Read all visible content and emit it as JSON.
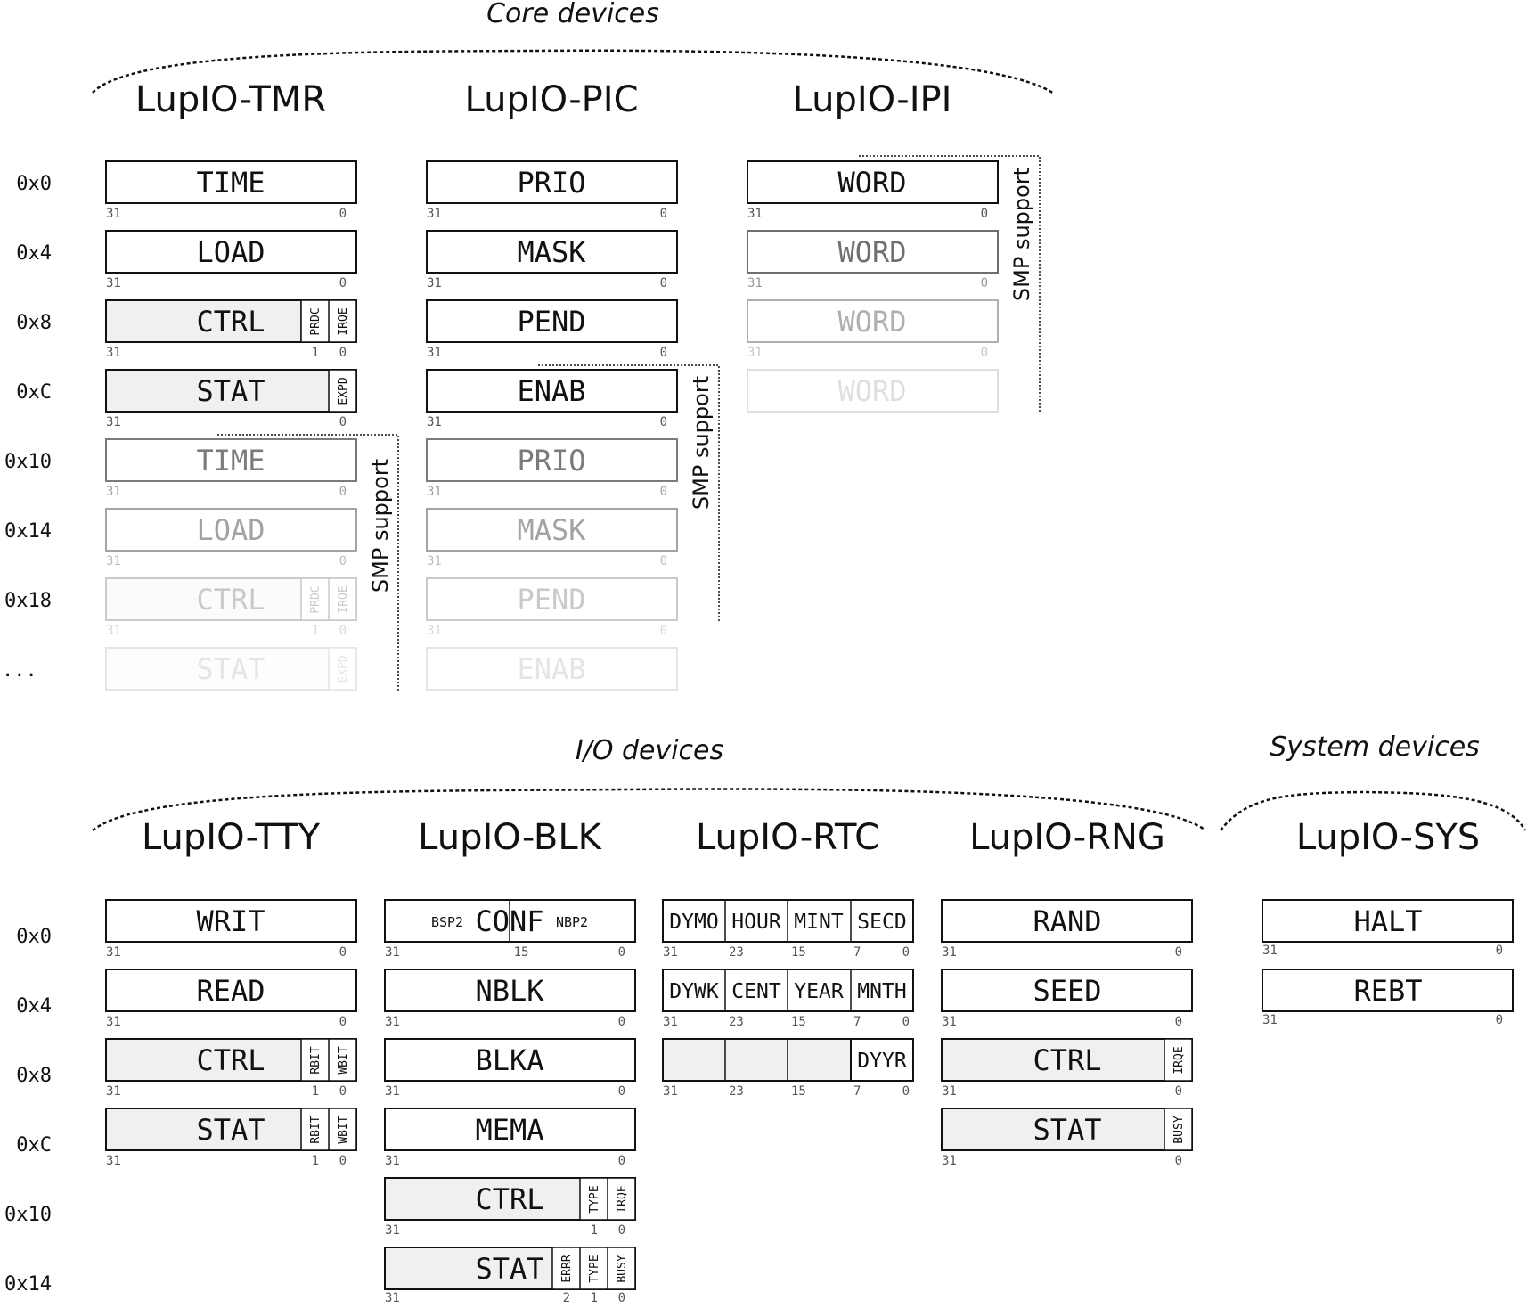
{
  "groups": {
    "core": "Core devices",
    "io": "I/O devices",
    "system": "System devices"
  },
  "offsets": {
    "o0": "0x0",
    "o4": "0x4",
    "o8": "0x8",
    "oC": "0xC",
    "o10": "0x10",
    "o14": "0x14",
    "o18": "0x18",
    "more": "..."
  },
  "smp_label": "SMP support",
  "devices": {
    "tmr": {
      "title": "LupIO-TMR",
      "registers": [
        {
          "name": "TIME",
          "bits": [
            "31",
            "0"
          ]
        },
        {
          "name": "LOAD",
          "bits": [
            "31",
            "0"
          ]
        },
        {
          "name": "CTRL",
          "fields": [
            "PRDC",
            "IRQE"
          ],
          "bits": [
            "31",
            "1",
            "0"
          ]
        },
        {
          "name": "STAT",
          "fields": [
            "EXPD"
          ],
          "bits": [
            "31",
            "0"
          ]
        },
        {
          "name": "TIME",
          "bits": [
            "31",
            "0"
          ]
        },
        {
          "name": "LOAD",
          "bits": [
            "31",
            "0"
          ]
        },
        {
          "name": "CTRL",
          "fields": [
            "PRDC",
            "IRQE"
          ],
          "bits": [
            "31",
            "1",
            "0"
          ]
        },
        {
          "name": "STAT",
          "fields": [
            "EXPD"
          ]
        }
      ]
    },
    "pic": {
      "title": "LupIO-PIC",
      "registers": [
        {
          "name": "PRIO",
          "bits": [
            "31",
            "0"
          ]
        },
        {
          "name": "MASK",
          "bits": [
            "31",
            "0"
          ]
        },
        {
          "name": "PEND",
          "bits": [
            "31",
            "0"
          ]
        },
        {
          "name": "ENAB",
          "bits": [
            "31",
            "0"
          ]
        },
        {
          "name": "PRIO",
          "bits": [
            "31",
            "0"
          ]
        },
        {
          "name": "MASK",
          "bits": [
            "31",
            "0"
          ]
        },
        {
          "name": "PEND",
          "bits": [
            "31",
            "0"
          ]
        },
        {
          "name": "ENAB"
        }
      ]
    },
    "ipi": {
      "title": "LupIO-IPI",
      "registers": [
        {
          "name": "WORD",
          "bits": [
            "31",
            "0"
          ]
        },
        {
          "name": "WORD",
          "bits": [
            "31",
            "0"
          ]
        },
        {
          "name": "WORD",
          "bits": [
            "31",
            "0"
          ]
        },
        {
          "name": "WORD"
        }
      ]
    },
    "tty": {
      "title": "LupIO-TTY",
      "registers": [
        {
          "name": "WRIT",
          "bits": [
            "31",
            "0"
          ]
        },
        {
          "name": "READ",
          "bits": [
            "31",
            "0"
          ]
        },
        {
          "name": "CTRL",
          "fields": [
            "RBIT",
            "WBIT"
          ],
          "bits": [
            "31",
            "1",
            "0"
          ]
        },
        {
          "name": "STAT",
          "fields": [
            "RBIT",
            "WBIT"
          ],
          "bits": [
            "31",
            "1",
            "0"
          ]
        }
      ]
    },
    "blk": {
      "title": "LupIO-BLK",
      "registers": [
        {
          "name": "CONF",
          "sub": [
            "BSP2",
            "NBP2"
          ],
          "bits": [
            "31",
            "15",
            "0"
          ]
        },
        {
          "name": "NBLK",
          "bits": [
            "31",
            "0"
          ]
        },
        {
          "name": "BLKA",
          "bits": [
            "31",
            "0"
          ]
        },
        {
          "name": "MEMA",
          "bits": [
            "31",
            "0"
          ]
        },
        {
          "name": "CTRL",
          "fields": [
            "TYPE",
            "IRQE"
          ],
          "bits": [
            "31",
            "1",
            "0"
          ]
        },
        {
          "name": "STAT",
          "fields": [
            "ERRR",
            "TYPE",
            "BUSY"
          ],
          "bits": [
            "31",
            "2",
            "1",
            "0"
          ]
        }
      ]
    },
    "rtc": {
      "title": "LupIO-RTC",
      "registers": [
        {
          "fields": [
            "DYMO",
            "HOUR",
            "MINT",
            "SECD"
          ],
          "bits": [
            "31",
            "23",
            "15",
            "7",
            "0"
          ]
        },
        {
          "fields": [
            "DYWK",
            "CENT",
            "YEAR",
            "MNTH"
          ],
          "bits": [
            "31",
            "23",
            "15",
            "7",
            "0"
          ]
        },
        {
          "fields": [
            "",
            "",
            "",
            "DYYR"
          ],
          "bits": [
            "31",
            "23",
            "15",
            "7",
            "0"
          ]
        }
      ]
    },
    "rng": {
      "title": "LupIO-RNG",
      "registers": [
        {
          "name": "RAND",
          "bits": [
            "31",
            "0"
          ]
        },
        {
          "name": "SEED",
          "bits": [
            "31",
            "0"
          ]
        },
        {
          "name": "CTRL",
          "fields": [
            "IRQE"
          ],
          "bits": [
            "31",
            "0"
          ]
        },
        {
          "name": "STAT",
          "fields": [
            "BUSY"
          ],
          "bits": [
            "31",
            "0"
          ]
        }
      ]
    },
    "sys": {
      "title": "LupIO-SYS",
      "registers": [
        {
          "name": "HALT",
          "bits": [
            "31",
            "0"
          ]
        },
        {
          "name": "REBT",
          "bits": [
            "31",
            "0"
          ]
        }
      ]
    }
  }
}
